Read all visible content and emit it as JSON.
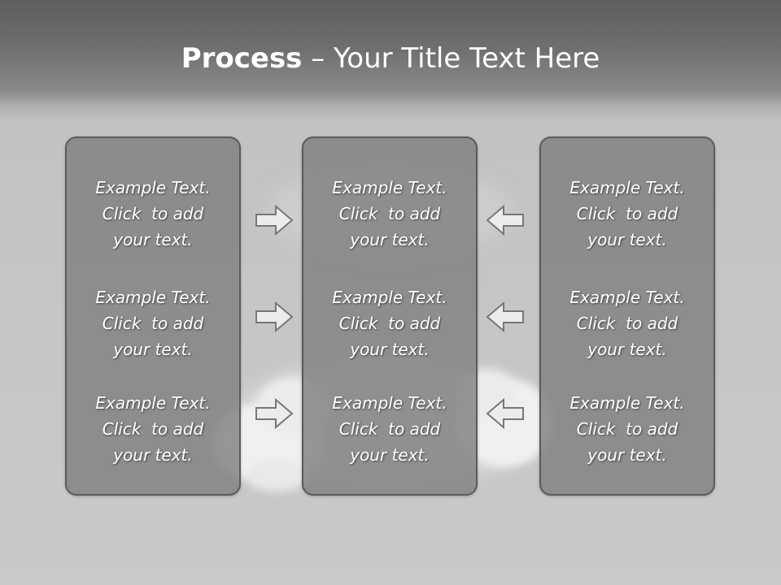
{
  "title": {
    "bold": "Process",
    "rest": " – Your Title Text Here"
  },
  "panels": {
    "left": [
      [
        "Example Text.",
        "Click  to add",
        "your text."
      ],
      [
        "Example Text.",
        "Click  to add",
        "your text."
      ],
      [
        "Example Text.",
        "Click  to add",
        "your text."
      ]
    ],
    "center": [
      [
        "Example Text.",
        "Click  to add",
        "your text."
      ],
      [
        "Example Text.",
        "Click  to add",
        "your text."
      ],
      [
        "Example Text.",
        "Click  to add",
        "your text."
      ]
    ],
    "right": [
      [
        "Example Text.",
        "Click  to add",
        "your text."
      ],
      [
        "Example Text.",
        "Click  to add",
        "your text."
      ],
      [
        "Example Text.",
        "Click  to add",
        "your text."
      ]
    ]
  },
  "arrows": {
    "left_to_center": [
      "arrow-right-icon",
      "arrow-right-icon",
      "arrow-right-icon"
    ],
    "right_to_center": [
      "arrow-left-icon",
      "arrow-left-icon",
      "arrow-left-icon"
    ]
  },
  "colors": {
    "header": "#5e5e5e",
    "panel_fill": "#808080",
    "panel_border": "#5b5b5b",
    "text": "#ffffff"
  }
}
